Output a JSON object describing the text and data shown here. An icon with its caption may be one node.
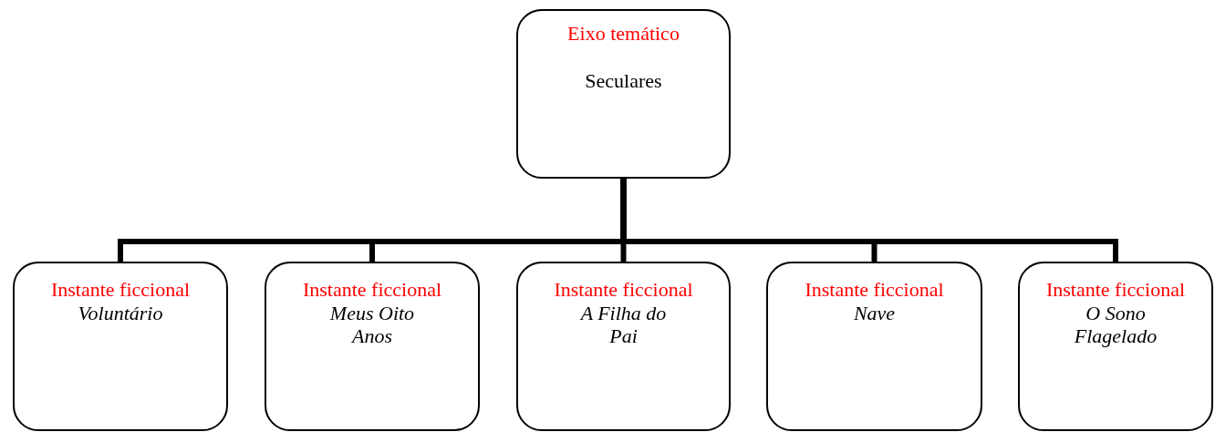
{
  "diagram": {
    "nodes": [
      {
        "text": [
          "Eixo temático",
          "Seculares"
        ]
      },
      {
        "text": [
          "Instante ficcional",
          "Voluntário"
        ]
      },
      {
        "text": [
          "Instante ficcional",
          "Meus Oito Anos"
        ]
      },
      {
        "text": [
          "Instante ficcional",
          "A Filha do Pai"
        ]
      },
      {
        "text": [
          "Instante ficcional",
          "Nave"
        ]
      },
      {
        "text": [
          "Instante ficcional",
          "O Sono Flagelado"
        ]
      }
    ],
    "edges": [
      {
        "from": 0,
        "to": 1,
        "arrow": "none"
      },
      {
        "from": 0,
        "to": 2,
        "arrow": "none"
      },
      {
        "from": 0,
        "to": 3,
        "arrow": "none"
      },
      {
        "from": 0,
        "to": 4,
        "arrow": "none"
      },
      {
        "from": 0,
        "to": 5,
        "arrow": "none"
      }
    ]
  }
}
